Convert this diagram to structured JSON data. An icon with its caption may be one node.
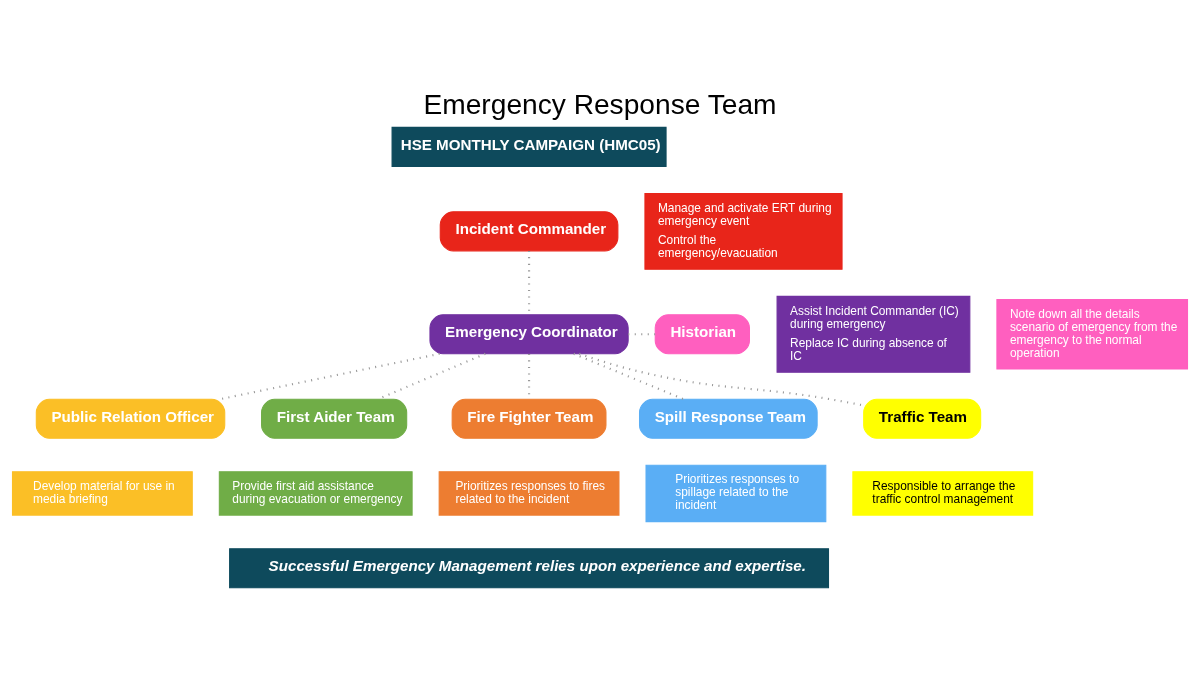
{
  "diagram": {
    "title": "Emergency Response Team",
    "caption": "Successful Emergency Management relies upon experience and expertise.",
    "nodes": [
      {
        "text": [
          "Incident Commander"
        ]
      },
      {
        "text": [
          "Manage and activate ERT during emergency event",
          "Control the emergency/evacuation"
        ]
      },
      {
        "text": [
          "Assist Incident Commander (IC) during emergency",
          "Replace IC during absence of IC"
        ]
      },
      {
        "text": [
          "Emergency Coordinator"
        ]
      },
      {
        "text": [
          "Historian"
        ]
      },
      {
        "text": [
          "Note down all the details scenario of emergency from the emergency to the normal operation"
        ]
      },
      {
        "text": [
          "Public Relation Officer"
        ]
      },
      {
        "text": [
          "First Aider Team"
        ]
      },
      {
        "text": [
          "Fire Fighter Team"
        ]
      },
      {
        "text": [
          "Spill Response Team"
        ]
      },
      {
        "text": [
          "Traffic Team"
        ]
      },
      {
        "text": [
          "Develop material for use in media briefing"
        ]
      },
      {
        "text": [
          "Provide first aid assistance during evacuation or emergency"
        ]
      },
      {
        "text": [
          "Prioritizes responses to fires related to the incident"
        ]
      },
      {
        "text": [
          "Prioritizes responses to spillage related to the incident"
        ]
      },
      {
        "text": [
          "Responsible to arrange the traffic control management"
        ]
      }
    ],
    "edges": [
      {
        "from": 0,
        "to": 3,
        "arrow": "none",
        "style": "dashed"
      },
      {
        "from": 3,
        "to": 4,
        "arrow": "none",
        "style": "dashed"
      },
      {
        "from": 3,
        "to": 6,
        "arrow": "none",
        "style": "dashed"
      },
      {
        "from": 3,
        "to": 7,
        "arrow": "none",
        "style": "dashed"
      },
      {
        "from": 3,
        "to": 8,
        "arrow": "none",
        "style": "dashed"
      },
      {
        "from": 3,
        "to": 9,
        "arrow": "none",
        "style": "dashed"
      },
      {
        "from": 3,
        "to": 10,
        "arrow": "none",
        "style": "dashed"
      }
    ],
    "labels": [
      "HSE MONTHLY CAMPAIGN (HMC05)"
    ]
  }
}
